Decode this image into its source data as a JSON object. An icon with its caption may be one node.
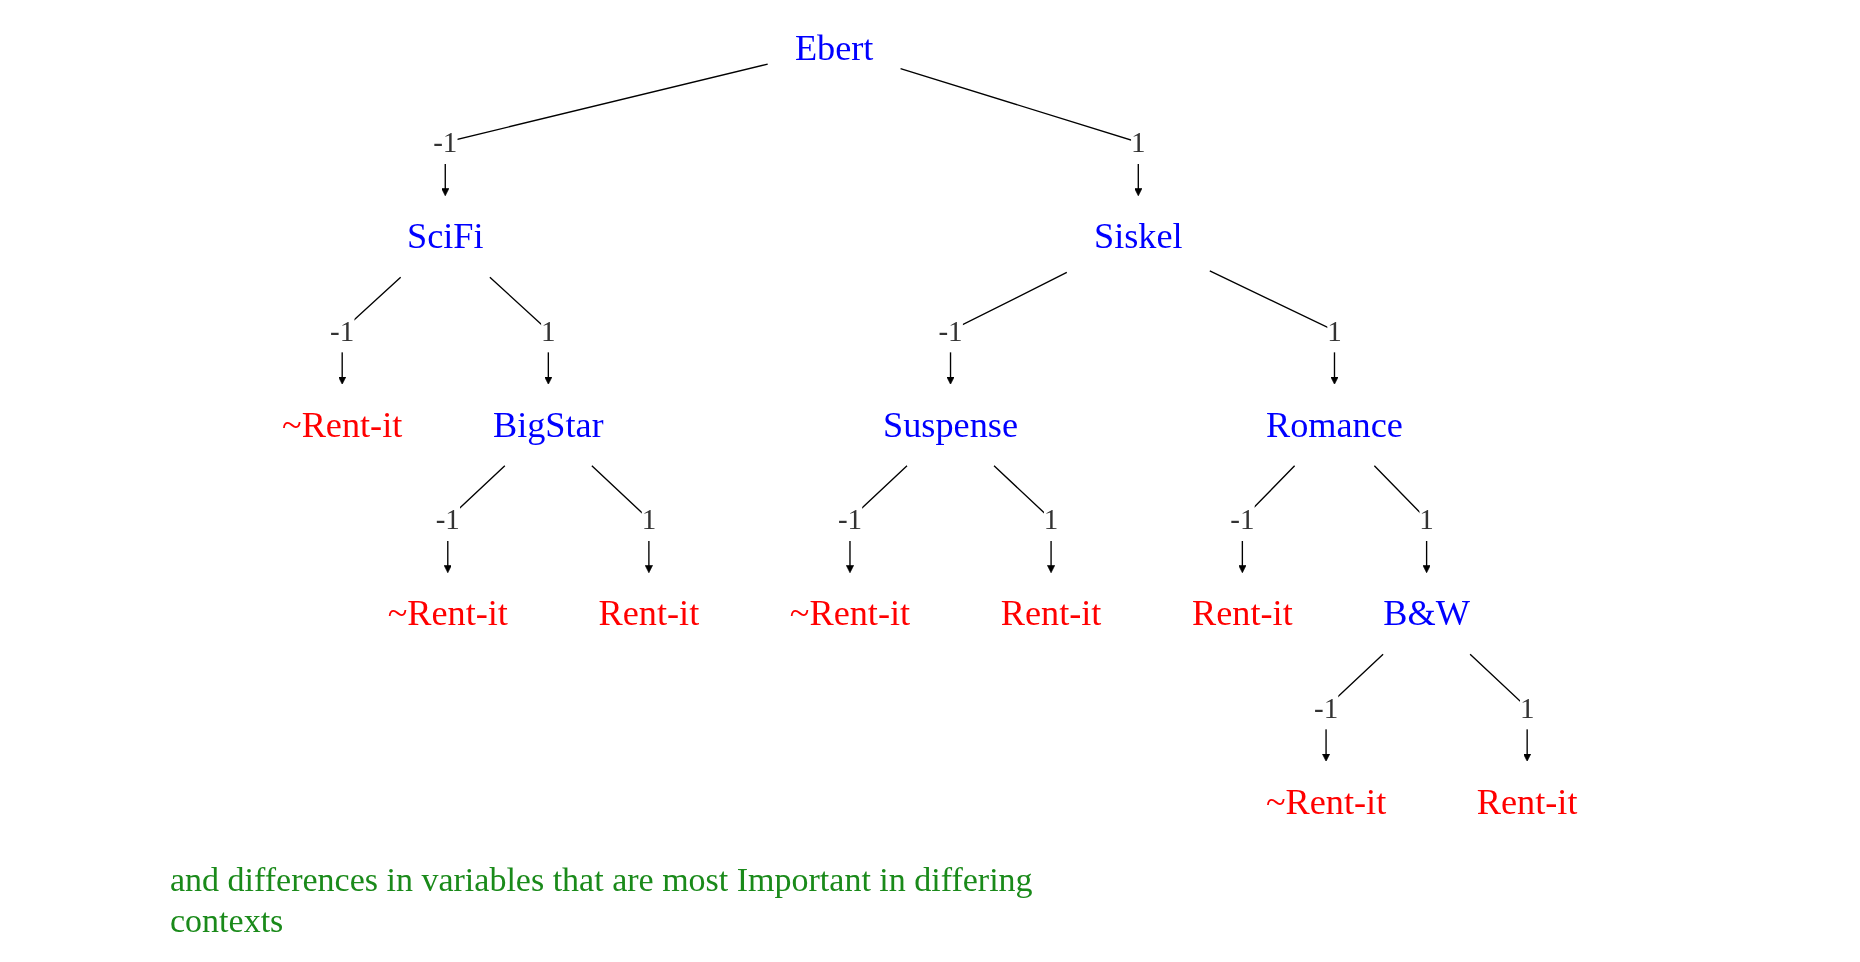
{
  "diagram": {
    "nodes": [
      {
        "text": [
          "Ebert"
        ]
      },
      {
        "text": [
          "SciFi"
        ]
      },
      {
        "text": [
          "Siskel"
        ]
      },
      {
        "text": [
          "~Rent-it"
        ]
      },
      {
        "text": [
          "BigStar"
        ]
      },
      {
        "text": [
          "Suspense"
        ]
      },
      {
        "text": [
          "Romance"
        ]
      },
      {
        "text": [
          "~Rent-it"
        ]
      },
      {
        "text": [
          "Rent-it"
        ]
      },
      {
        "text": [
          "~Rent-it"
        ]
      },
      {
        "text": [
          "Rent-it"
        ]
      },
      {
        "text": [
          "Rent-it"
        ]
      },
      {
        "text": [
          "B&W"
        ]
      },
      {
        "text": [
          "~Rent-it"
        ]
      },
      {
        "text": [
          "Rent-it"
        ]
      }
    ],
    "edges": [
      {
        "from": 0,
        "to": 1,
        "label": "-1",
        "arrow": "to"
      },
      {
        "from": 0,
        "to": 2,
        "label": "1",
        "arrow": "to"
      },
      {
        "from": 1,
        "to": 3,
        "label": "-1",
        "arrow": "to"
      },
      {
        "from": 1,
        "to": 4,
        "label": "1",
        "arrow": "to"
      },
      {
        "from": 2,
        "to": 5,
        "label": "-1",
        "arrow": "to"
      },
      {
        "from": 2,
        "to": 6,
        "label": "1",
        "arrow": "to"
      },
      {
        "from": 4,
        "to": 7,
        "label": "-1",
        "arrow": "to"
      },
      {
        "from": 4,
        "to": 8,
        "label": "1",
        "arrow": "to"
      },
      {
        "from": 5,
        "to": 9,
        "label": "-1",
        "arrow": "to"
      },
      {
        "from": 5,
        "to": 10,
        "label": "1",
        "arrow": "to"
      },
      {
        "from": 6,
        "to": 11,
        "label": "-1",
        "arrow": "to"
      },
      {
        "from": 6,
        "to": 12,
        "label": "1",
        "arrow": "to"
      },
      {
        "from": 12,
        "to": 13,
        "label": "-1",
        "arrow": "to"
      },
      {
        "from": 12,
        "to": 14,
        "label": "1",
        "arrow": "to"
      }
    ],
    "labels": [
      "and differences in variables that are most Important in differing contexts"
    ]
  }
}
